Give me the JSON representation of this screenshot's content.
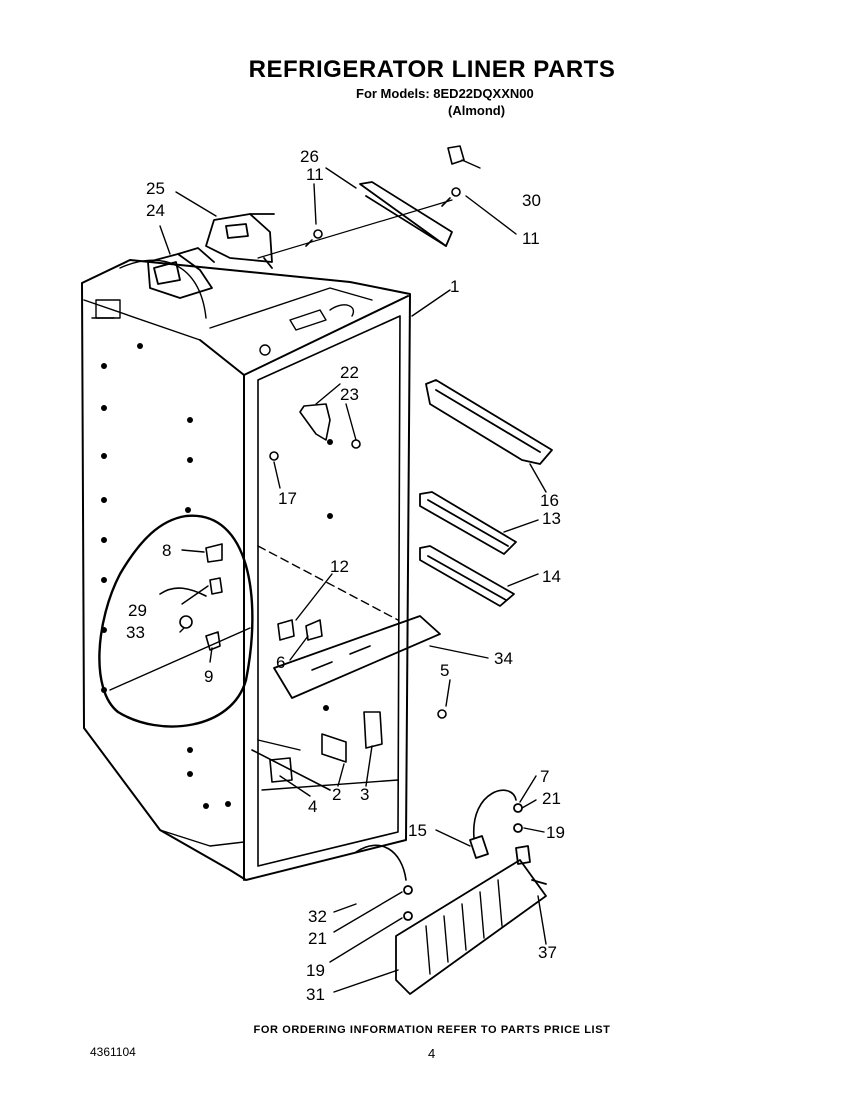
{
  "header": {
    "title": "REFRIGERATOR LINER PARTS",
    "model_line": "For Models: 8ED22DQXXN00",
    "variant": "(Almond)"
  },
  "footer": {
    "ordering_note": "FOR ORDERING INFORMATION REFER TO PARTS PRICE LIST",
    "doc_number": "4361104",
    "page_number": "4"
  },
  "callouts": {
    "c26": "26",
    "c11a": "11",
    "c30": "30",
    "c11b": "11",
    "c25": "25",
    "c24": "24",
    "c1": "1",
    "c22": "22",
    "c23": "23",
    "c17": "17",
    "c16": "16",
    "c13": "13",
    "c14": "14",
    "c8": "8",
    "c12": "12",
    "c29": "29",
    "c33": "33",
    "c9": "9",
    "c6": "6",
    "c34": "34",
    "c5": "5",
    "c4": "4",
    "c2": "2",
    "c3": "3",
    "c7": "7",
    "c21a": "21",
    "c19a": "19",
    "c15": "15",
    "c32": "32",
    "c21b": "21",
    "c19b": "19",
    "c31": "31",
    "c37": "37"
  }
}
